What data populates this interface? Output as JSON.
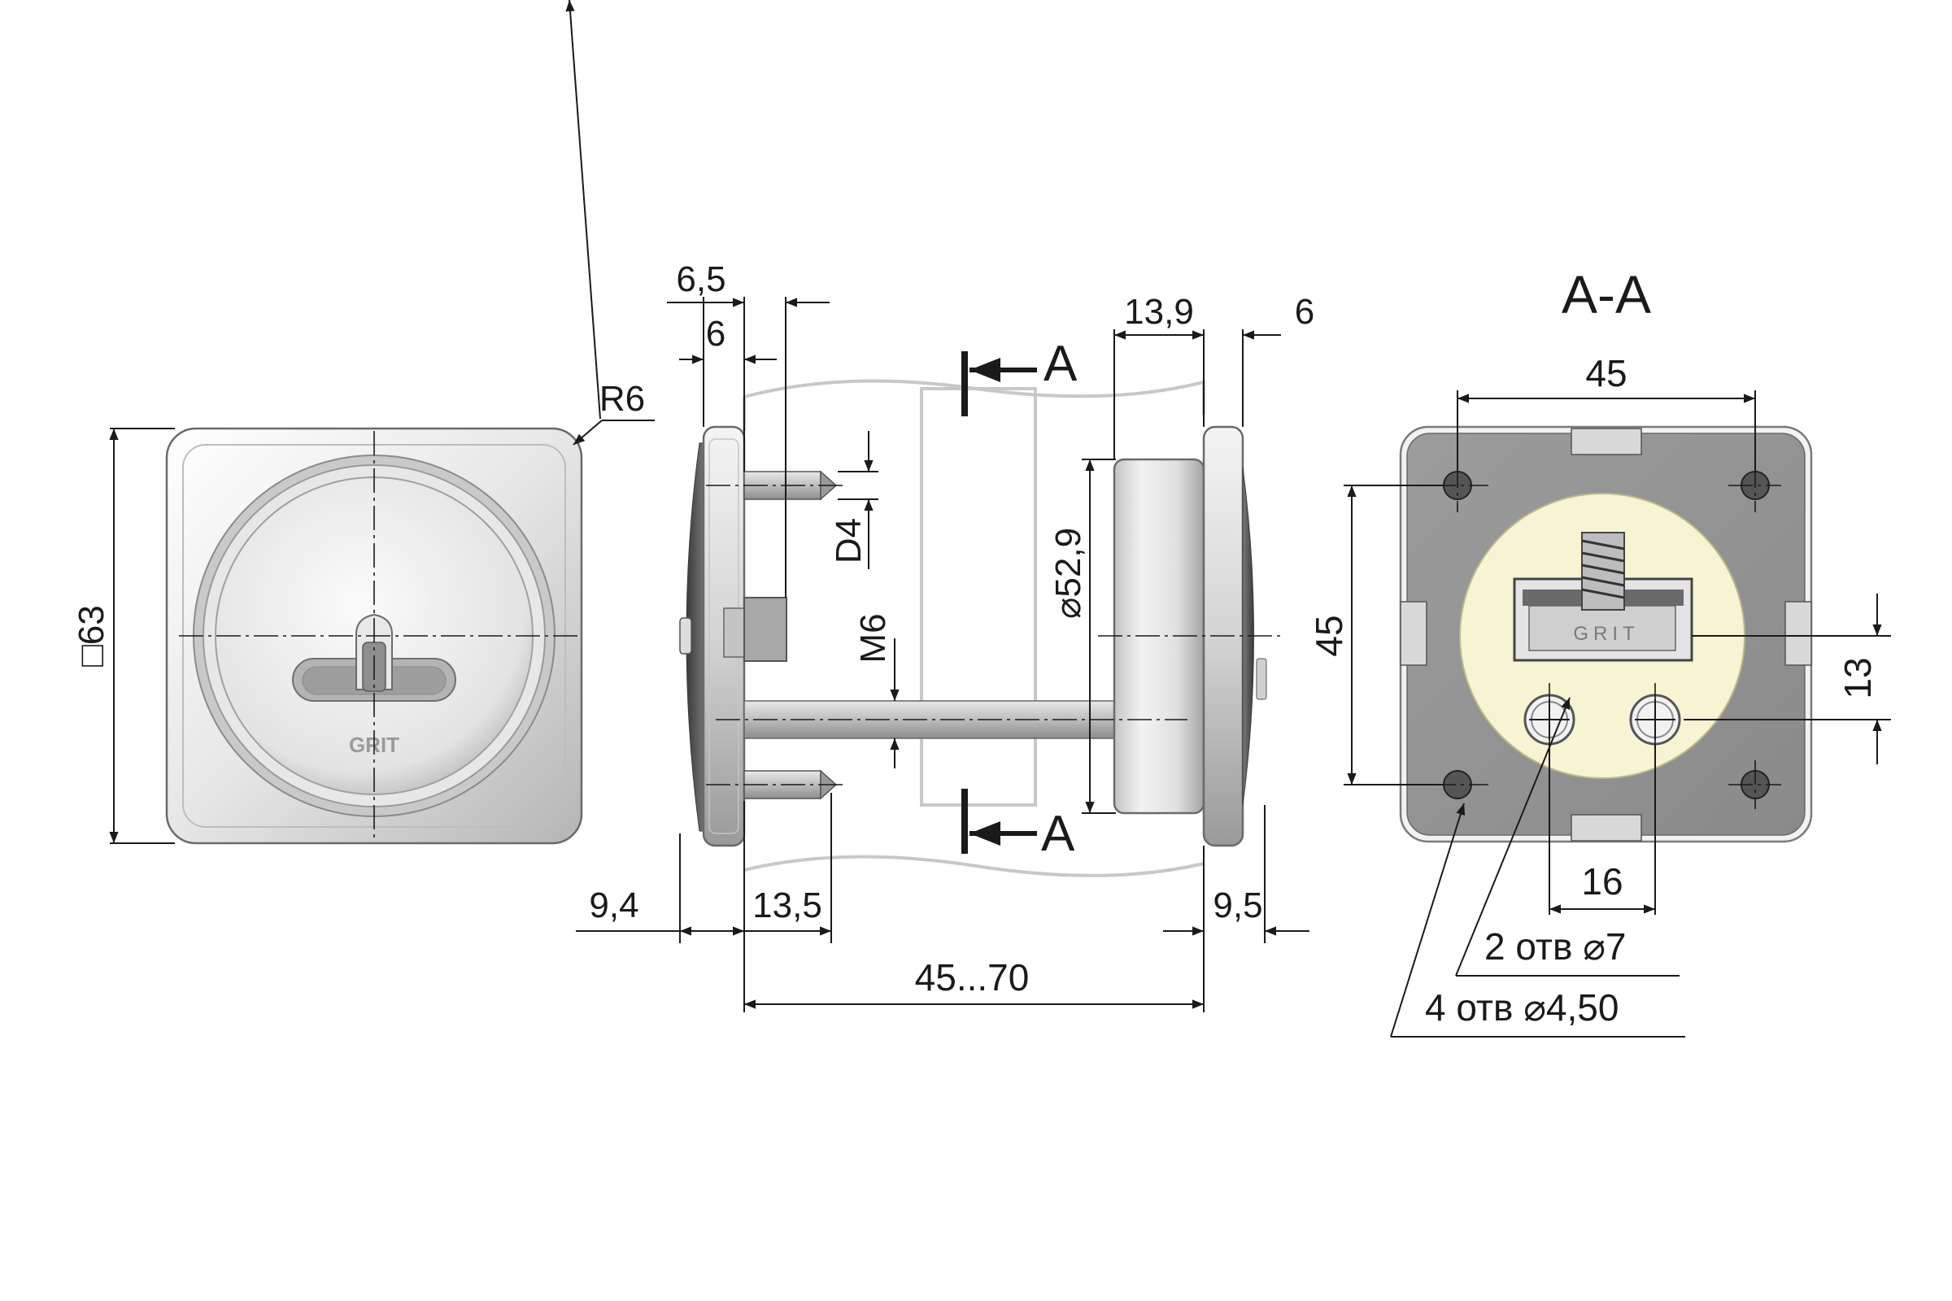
{
  "section_label": "A-A",
  "section_markers": {
    "top": "A",
    "bottom": "A"
  },
  "front_view": {
    "square": "□63",
    "radius": "R6",
    "logo": "GRIT"
  },
  "side_view": {
    "dim_6_5": "6,5",
    "dim_6_left": "6",
    "dim_d4": "D4",
    "dim_m6": "M6",
    "dim_dia_52_9": "⌀52,9",
    "dim_13_9": "13,9",
    "dim_6_right": "6",
    "dim_9_4": "9,4",
    "dim_13_5": "13,5",
    "dim_9_5": "9,5",
    "dim_45_70": "45...70"
  },
  "section_view": {
    "dim_45_horizontal": "45",
    "dim_45_vertical": "45",
    "dim_13": "13",
    "dim_16": "16",
    "note_holes_7": "2 отв ⌀7",
    "note_holes_4_50": "4 отв ⌀4,50",
    "logo": "GRIT"
  },
  "colors": {
    "metal_light": "#f2f2f2",
    "metal_mid": "#cfcfcf",
    "metal_dark": "#8a8a8a",
    "section_gray": "#9a9a9a",
    "section_cream": "#f7f4d4",
    "line": "#1a1a1a"
  }
}
